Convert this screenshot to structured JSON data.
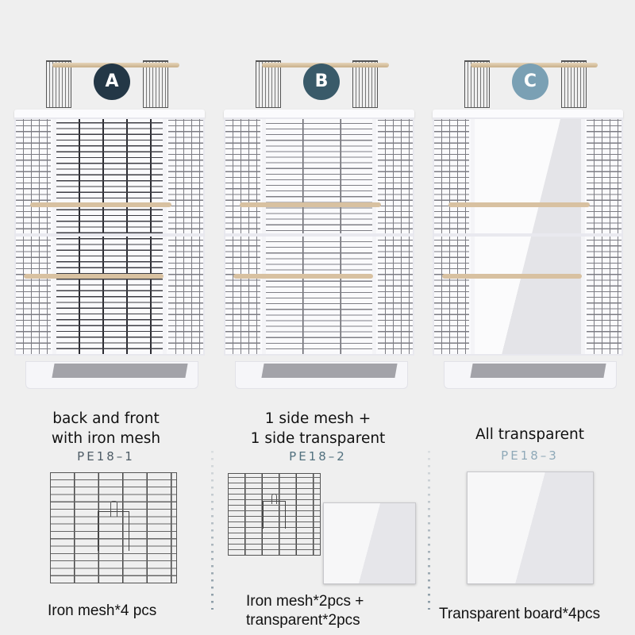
{
  "variants": [
    {
      "badge": "A",
      "badge_color": "#233746",
      "description_line1": "back and front",
      "description_line2": "with iron mesh",
      "model_code": "PE18–1",
      "panel_type": "iron-mesh",
      "accessories_label": "Iron mesh*4 pcs"
    },
    {
      "badge": "B",
      "badge_color": "#395a69",
      "description_line1": "1 side mesh +",
      "description_line2": "1 side transparent",
      "model_code": "PE18–2",
      "panel_type": "mixed",
      "accessories_label_line1": "Iron mesh*2pcs +",
      "accessories_label_line2": "transparent*2pcs"
    },
    {
      "badge": "C",
      "badge_color": "#7aa0b4",
      "description_line1": "All transparent",
      "model_code": "PE18–3",
      "panel_type": "transparent",
      "accessories_label": "Transparent board*4pcs"
    }
  ],
  "colors": {
    "background": "#efefef",
    "mesh": "#3d3d44",
    "perch": "#d8c1a1"
  }
}
